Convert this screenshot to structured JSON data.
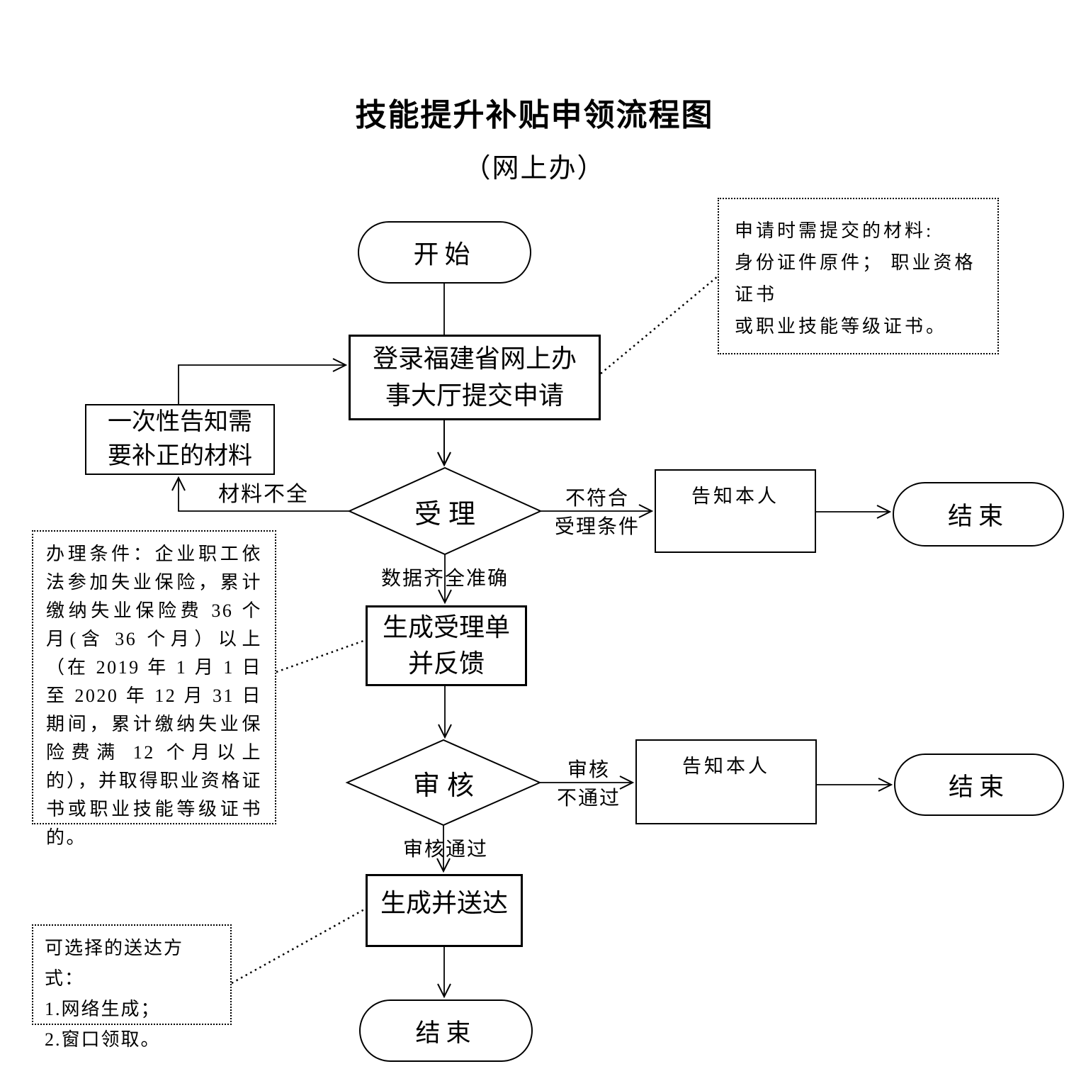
{
  "page": {
    "title": "技能提升补贴申领流程图",
    "subtitle": "（网上办）"
  },
  "nodes": {
    "start": {
      "label": "开始"
    },
    "login": {
      "line1": "登录福建省网上办",
      "line2": "事大厅提交申请"
    },
    "notify_correction": {
      "line1": "一次性告知需",
      "line2": "要补正的材料"
    },
    "accept_decision": {
      "label": "受理"
    },
    "inform_person_1": {
      "label": "告知本人"
    },
    "end_1": {
      "label": "结束"
    },
    "generate_acceptance": {
      "line1": "生成受理单",
      "line2": "并反馈"
    },
    "audit_decision": {
      "label": "审核"
    },
    "inform_person_2": {
      "label": "告知本人"
    },
    "end_2": {
      "label": "结束"
    },
    "generate_deliver": {
      "label": "生成并送达"
    },
    "end_final": {
      "label": "结束"
    }
  },
  "edge_labels": {
    "materials_incomplete": "材料不全",
    "not_meet_line1": "不符合",
    "not_meet_line2": "受理条件",
    "data_complete": "数据齐全准确",
    "audit_fail_line1": "审核",
    "audit_fail_line2": "不通过",
    "audit_pass": "审核通过"
  },
  "notes": {
    "materials_line1": "申请时需提交的材料:",
    "materials_line2": "身份证件原件； 职业资格证书",
    "materials_line3": "或职业技能等级证书。",
    "conditions": "办理条件：企业职工依法参加失业保险，累计缴纳失业保险费 36 个月(含 36 个月）以上（在 2019 年 1 月 1 日至 2020 年 12 月 31 日期间，累计缴纳失业保险费满 12 个月以上的），并取得职业资格证书或职业技能等级证书的。",
    "delivery_line1": "可选择的送达方式：",
    "delivery_line2": "1.网络生成；",
    "delivery_line3": "2.窗口领取。"
  },
  "colors": {
    "line": "#000000",
    "background": "#ffffff",
    "text": "#000000"
  }
}
